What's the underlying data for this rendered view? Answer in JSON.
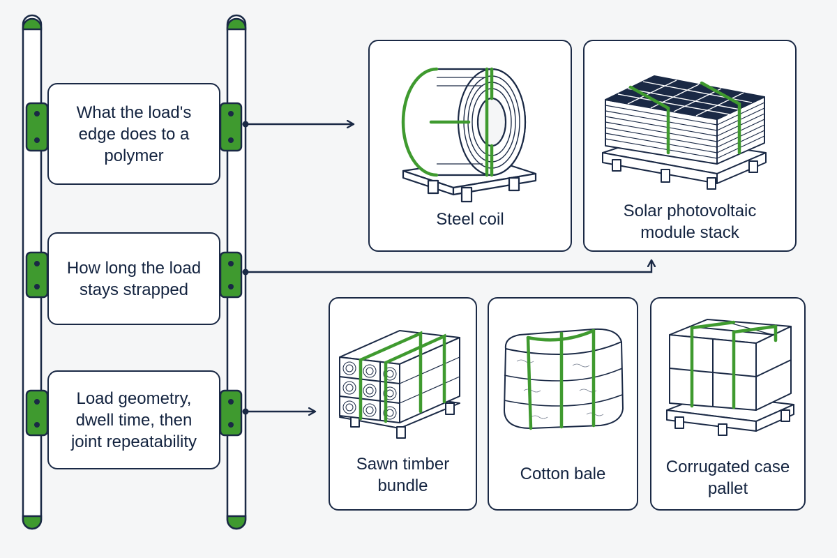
{
  "steps": [
    {
      "lines": [
        "What the load's",
        "edge does to a",
        "polymer"
      ]
    },
    {
      "lines": [
        "How long the load",
        "stays strapped"
      ]
    },
    {
      "lines": [
        "Load geometry,",
        "dwell time, then",
        "joint repeatability"
      ]
    }
  ],
  "cards": [
    {
      "lines": [
        "Steel coil"
      ],
      "icon": "steel-coil-icon"
    },
    {
      "lines": [
        "Solar photovoltaic",
        "module stack"
      ],
      "icon": "solar-module-stack-icon"
    },
    {
      "lines": [
        "Sawn timber",
        "bundle"
      ],
      "icon": "timber-bundle-icon"
    },
    {
      "lines": [
        "Cotton bale"
      ],
      "icon": "cotton-bale-icon"
    },
    {
      "lines": [
        "Corrugated case",
        "pallet"
      ],
      "icon": "corrugated-case-pallet-icon"
    }
  ],
  "colors": {
    "ink": "#1a2945",
    "strap_green": "#3f9a2f",
    "background": "#f5f6f7",
    "card": "#ffffff"
  }
}
